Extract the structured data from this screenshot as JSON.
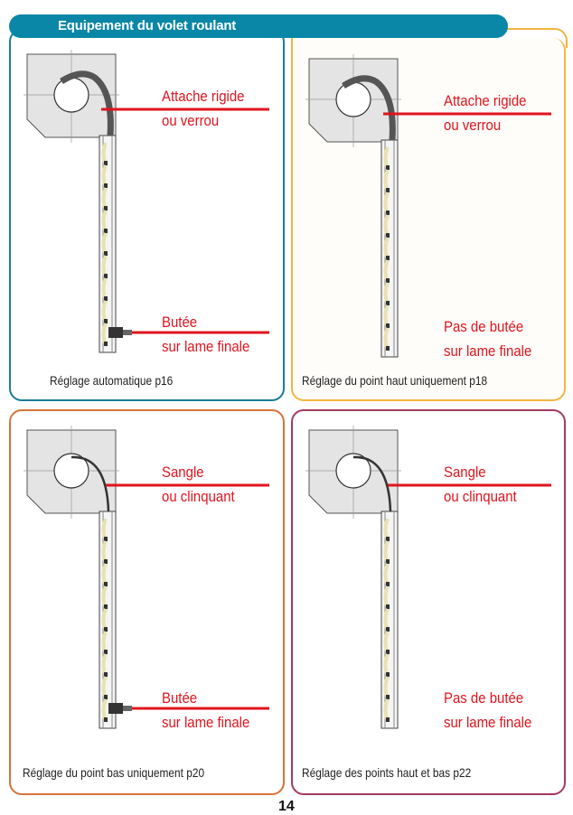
{
  "header": {
    "title": "Equipement du volet roulant"
  },
  "colors": {
    "header": "#0a87a7",
    "label": "#e0141e",
    "panel1": "#1b7c98",
    "panel2": "#f4b53f",
    "panel3": "#d8733a",
    "panel4": "#a63b5b"
  },
  "panels": [
    {
      "top_label_1": "Attache rigide",
      "top_label_2": "ou verrou",
      "bottom_label_1": "Butée",
      "bottom_label_2": "sur lame finale",
      "caption": "Réglage automatique p16"
    },
    {
      "top_label_1": "Attache rigide",
      "top_label_2": "ou verrou",
      "bottom_label_1": "Pas de butée",
      "bottom_label_2": "sur lame finale",
      "caption": "Réglage du point haut uniquement p18"
    },
    {
      "top_label_1": "Sangle",
      "top_label_2": "ou clinquant",
      "bottom_label_1": "Butée",
      "bottom_label_2": "sur lame finale",
      "caption": "Réglage du point bas uniquement p20"
    },
    {
      "top_label_1": "Sangle",
      "top_label_2": "ou clinquant",
      "bottom_label_1": "Pas de butée",
      "bottom_label_2": "sur lame finale",
      "caption": "Réglage des points haut et bas p22"
    }
  ],
  "page_number": "14"
}
